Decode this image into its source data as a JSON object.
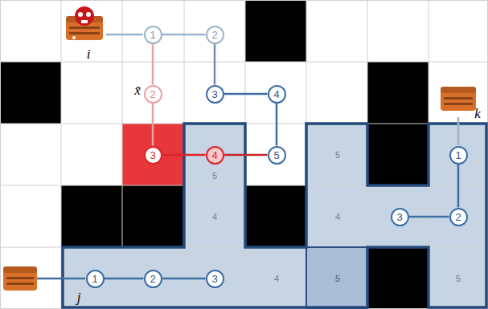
{
  "diagram": {
    "nodes": [
      {
        "text": [
          "1"
        ]
      },
      {
        "text": [
          "2"
        ]
      },
      {
        "text": [
          "3"
        ]
      },
      {
        "text": [
          "4"
        ]
      },
      {
        "text": [
          "5"
        ]
      },
      {
        "text": [
          "2"
        ]
      },
      {
        "text": [
          "3"
        ]
      },
      {
        "text": [
          "4"
        ]
      },
      {
        "text": [
          "1"
        ]
      },
      {
        "text": [
          "2"
        ]
      },
      {
        "text": [
          "3"
        ]
      },
      {
        "text": [
          "1"
        ]
      },
      {
        "text": [
          "2"
        ]
      },
      {
        "text": [
          "3"
        ]
      }
    ],
    "edges": [
      {
        "from": 0,
        "to": 1,
        "arrow": "none"
      },
      {
        "from": 1,
        "to": 2,
        "arrow": "none"
      },
      {
        "from": 2,
        "to": 3,
        "arrow": "none"
      },
      {
        "from": 3,
        "to": 4,
        "arrow": "none"
      },
      {
        "from": 0,
        "to": 5,
        "arrow": "none"
      },
      {
        "from": 5,
        "to": 6,
        "arrow": "none"
      },
      {
        "from": 6,
        "to": 7,
        "arrow": "none"
      },
      {
        "from": 7,
        "to": 4,
        "arrow": "none"
      },
      {
        "from": 8,
        "to": 9,
        "arrow": "none"
      },
      {
        "from": 9,
        "to": 10,
        "arrow": "none"
      },
      {
        "from": 11,
        "to": 12,
        "arrow": "none"
      },
      {
        "from": 12,
        "to": 13,
        "arrow": "none"
      }
    ],
    "labels": [
      "i",
      "x̃",
      "k",
      "j",
      "5",
      "4",
      "4",
      "5",
      "5",
      "5",
      "4"
    ]
  }
}
